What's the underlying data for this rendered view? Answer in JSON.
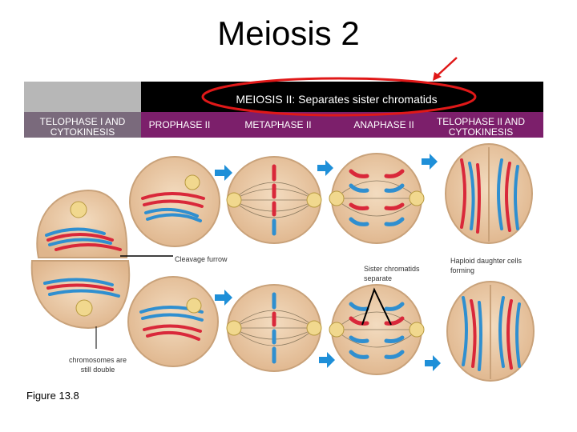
{
  "title": "Meiosis 2",
  "header": {
    "subtitle": "MEIOSIS II: Separates sister chromatids",
    "stages": [
      "TELOPHASE I AND CYTOKINESIS",
      "PROPHASE II",
      "METAPHASE II",
      "ANAPHASE II",
      "TELOPHASE II AND CYTOKINESIS"
    ]
  },
  "annotations": {
    "cleavage": "Cleavage furrow",
    "sister": "Sister chromatids separate",
    "haploid": "Haploid daughter cells forming",
    "double": "chromosomes are still double"
  },
  "figure_label": "Figure 13.8",
  "colors": {
    "header_black": "#000000",
    "header_purple": "#7c1f6b",
    "header_gray": "#7a6a7c",
    "cell": "#e9c9a6",
    "cell_edge": "#c9a27a",
    "chrom_red": "#d9283a",
    "chrom_blue": "#2f8fd0",
    "arrow": "#1e8fd8",
    "highlight": "#e01818"
  }
}
